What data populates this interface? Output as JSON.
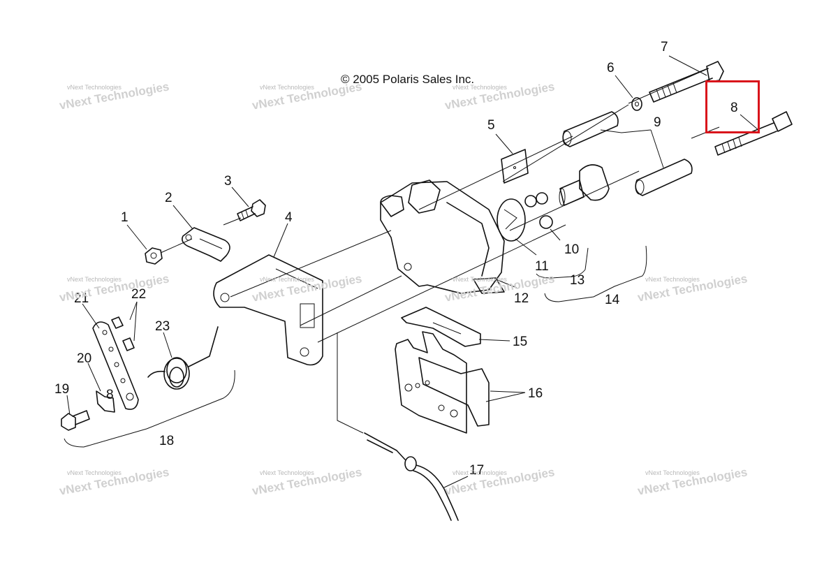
{
  "copyright": "© 2005 Polaris Sales Inc.",
  "watermark": {
    "line1": "vNext Technologies",
    "line2": "vNext Technologies"
  },
  "callouts": {
    "c1": "1",
    "c2": "2",
    "c3": "3",
    "c4": "4",
    "c5": "5",
    "c6": "6",
    "c7": "7",
    "c8": "8",
    "c8b": "8",
    "c9": "9",
    "c10": "10",
    "c11": "11",
    "c12": "12",
    "c13": "13",
    "c14": "14",
    "c15": "15",
    "c16": "16",
    "c17": "17",
    "c18": "18",
    "c19": "19",
    "c20": "20",
    "c21": "21",
    "c22": "22",
    "c23": "23"
  },
  "highlight_color": "#d9141b"
}
